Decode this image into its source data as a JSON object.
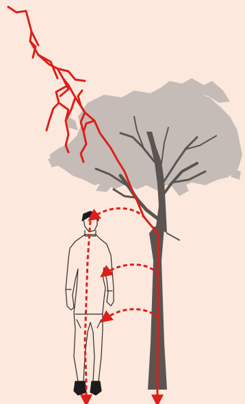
{
  "colors": {
    "background": "#fce8dc",
    "foliage": "#c5bbb7",
    "trunk": "#5b5450",
    "lightning": "#dc1f1a",
    "person_outline": "#2b2b2b",
    "person_fill": "#fce8dc",
    "person_dark": "#1c1c1c"
  },
  "elements": {
    "lightning": "lightning-bolt",
    "side_flash": "side-flash-arcs",
    "tree": "tree",
    "person": "standing-person",
    "ground_current": "ground-current-arrows"
  }
}
